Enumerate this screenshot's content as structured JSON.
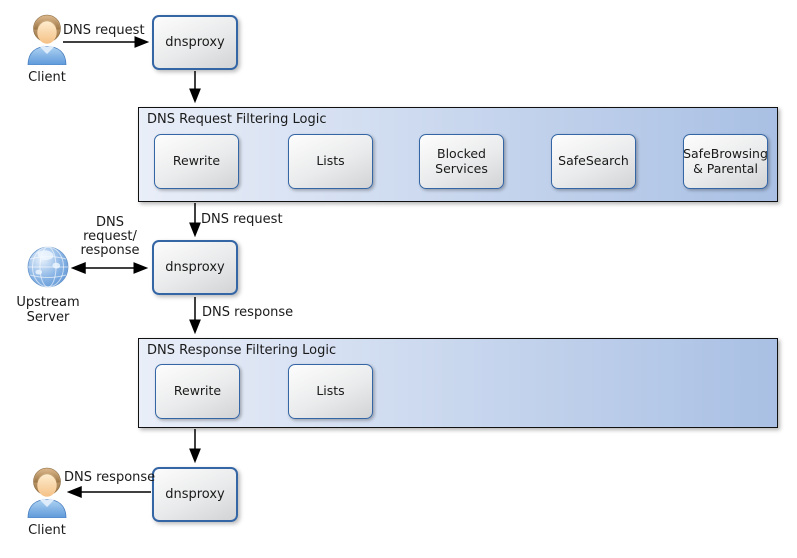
{
  "diagram": {
    "actors": {
      "client_top": {
        "label": "Client"
      },
      "client_bottom": {
        "label": "Client"
      },
      "upstream": {
        "label": "Upstream Server"
      }
    },
    "nodes": {
      "dnsproxy1": {
        "label": "dnsproxy"
      },
      "dnsproxy2": {
        "label": "dnsproxy"
      },
      "dnsproxy3": {
        "label": "dnsproxy"
      }
    },
    "containers": {
      "request_filtering": {
        "title": "DNS Request Filtering Logic",
        "steps": [
          "Rewrite",
          "Lists",
          "Blocked Services",
          "SafeSearch",
          "SafeBrowsing & Parental"
        ]
      },
      "response_filtering": {
        "title": "DNS Response Filtering Logic",
        "steps": [
          "Rewrite",
          "Lists"
        ]
      }
    },
    "edges": {
      "client_to_dnsproxy1": "DNS request",
      "container1_to_dnsproxy2": "DNS request",
      "upstream_dnsproxy2": [
        "DNS",
        "request/",
        "response"
      ],
      "dnsproxy2_to_container2": "DNS response",
      "dnsproxy3_to_client": "DNS response"
    },
    "icons": {
      "client_top": "person-icon",
      "client_bottom": "person-icon",
      "upstream": "globe-icon"
    },
    "colors": {
      "node_border": "#3465a4",
      "node_fill_top": "#fcfcfc",
      "node_fill_bottom": "#d2d3d5",
      "container_fill_left": "#e9eef8",
      "container_fill_right": "#a9c0e4",
      "container_border": "#111111",
      "arrow": "#000000"
    }
  }
}
